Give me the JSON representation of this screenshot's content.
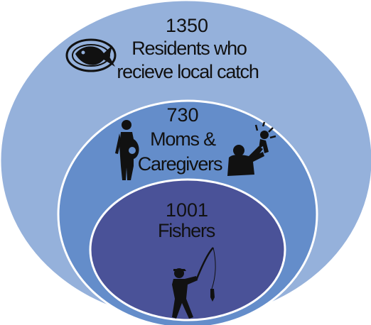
{
  "colors": {
    "outer_circle": "#95B1DB",
    "middle_circle": "#648DCA",
    "inner_circle": "#4A5298",
    "ring_stroke": "#ffffff",
    "text": "#111111"
  },
  "circles": [
    {
      "id": "residents",
      "count": "1350",
      "label_lines": [
        "Residents who",
        "recieve local catch"
      ],
      "icons": [
        "fish-on-plate-icon"
      ]
    },
    {
      "id": "caregivers",
      "count": "730",
      "label_lines": [
        "Moms &",
        "Caregivers"
      ],
      "icons": [
        "pregnant-woman-icon",
        "parent-lifting-child-icon"
      ]
    },
    {
      "id": "fishers",
      "count": "1001",
      "label_lines": [
        "Fishers"
      ],
      "icons": [
        "fisherman-icon"
      ]
    }
  ]
}
